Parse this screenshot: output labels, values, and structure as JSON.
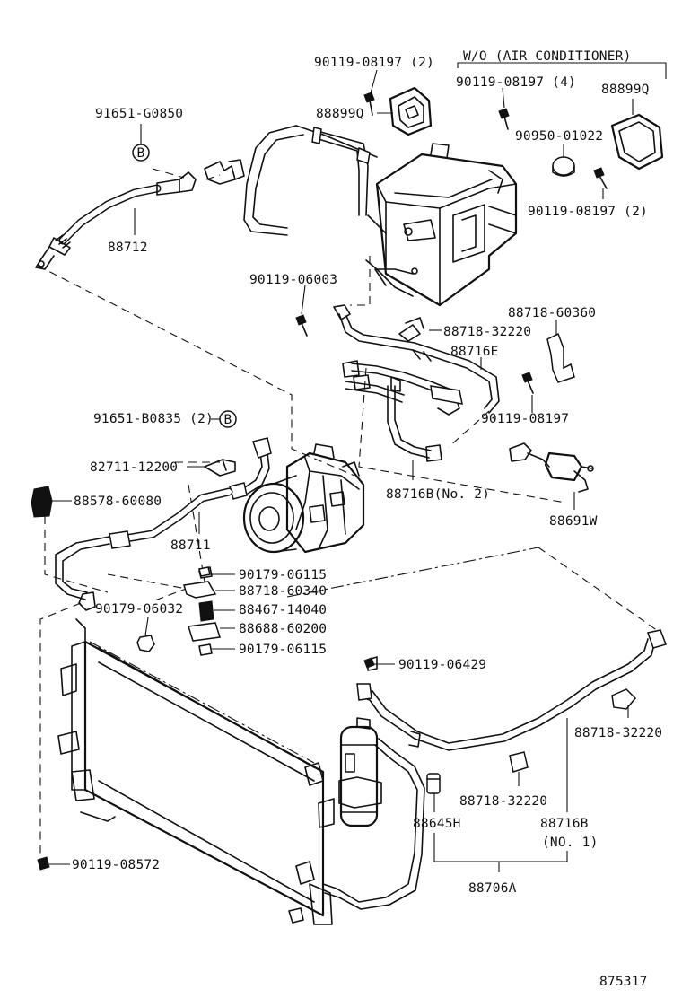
{
  "diagram": {
    "labels": [
      "90119-08197 (2)",
      "W/O (AIR CONDITIONER)",
      "90119-08197 (4)",
      "88899Q",
      "88899Q",
      "91651-G0850",
      "90950-01022",
      "90119-08197 (2)",
      "88712",
      "90119-06003",
      "88718-60360",
      "88718-32220",
      "88716E",
      "90119-08197",
      "91651-B0835 (2)",
      "82711-12200",
      "88716B(No. 2)",
      "88578-60080",
      "88691W",
      "88711",
      "90179-06115",
      "88718-60340",
      "90179-06032",
      "88467-14040",
      "88688-60200",
      "90179-06115",
      "90119-06429",
      "88718-32220",
      "88718-32220",
      "88645H",
      "88716B",
      "(NO. 1)",
      "88706A",
      "90119-08572",
      "875317"
    ],
    "bolt_marker_letter": "B"
  }
}
